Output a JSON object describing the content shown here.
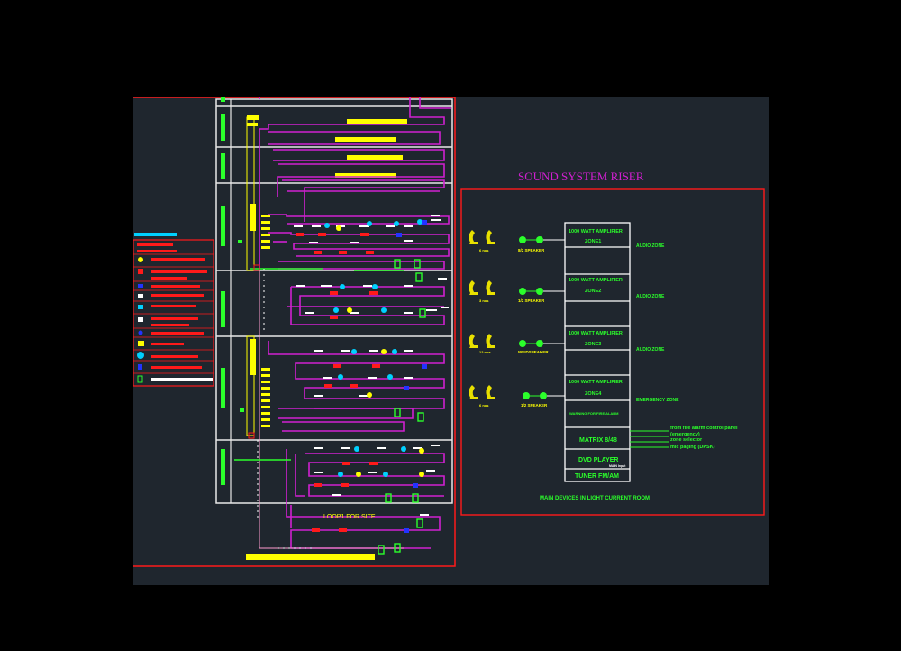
{
  "riser": {
    "title": "SOUND SYSTEM RISER",
    "footer": "MAIN DEVICES IN LIGHT CURRENT ROOM",
    "rack": [
      {
        "label": "1000 WATT AMPLIFIER",
        "sub": "ZONE1"
      },
      {
        "label": "1000 WATT AMPLIFIER",
        "sub": "ZONE2"
      },
      {
        "label": "1000 WATT AMPLIFIER",
        "sub": "ZONE3"
      },
      {
        "label": "1000 WATT AMPLIFIER",
        "sub": "ZONE4"
      },
      {
        "label": "MATRIX 8/48",
        "sub": ""
      },
      {
        "label": "DVD PLAYER",
        "sub": ""
      },
      {
        "label": "TUNER FM/AM",
        "sub": ""
      }
    ],
    "rack_small_label": "WARNING FOR FIRE ALARM",
    "outputs": [
      "AUDIO ZONE",
      "AUDIO ZONE",
      "AUDIO ZONE",
      "EMERGENCY ZONE"
    ],
    "speaker_groups": [
      {
        "count": "6 nos",
        "label": "8/2 SPEAKER"
      },
      {
        "count": "3 nos",
        "label": "1/2 SPEAKER"
      },
      {
        "count": "12 nos",
        "label": "WEIDSPEAKER"
      },
      {
        "count": "6 nos",
        "label": "1/2 SPEAKER"
      }
    ],
    "matrix_inputs": [
      "from fire alarm control panel",
      "(emergency)",
      "zone selector",
      "mic paging (DPSK)"
    ]
  },
  "legend": {
    "title": "FIRE ALARM SCHEDULE"
  },
  "loop_label": "LOOP1 FOR SITE",
  "colors": {
    "background": "#1f262e",
    "outline": "#ff1a1a",
    "wire": "#d020d0",
    "yellow": "#ffff00",
    "green": "#2bff2b",
    "white": "#ffffff"
  }
}
